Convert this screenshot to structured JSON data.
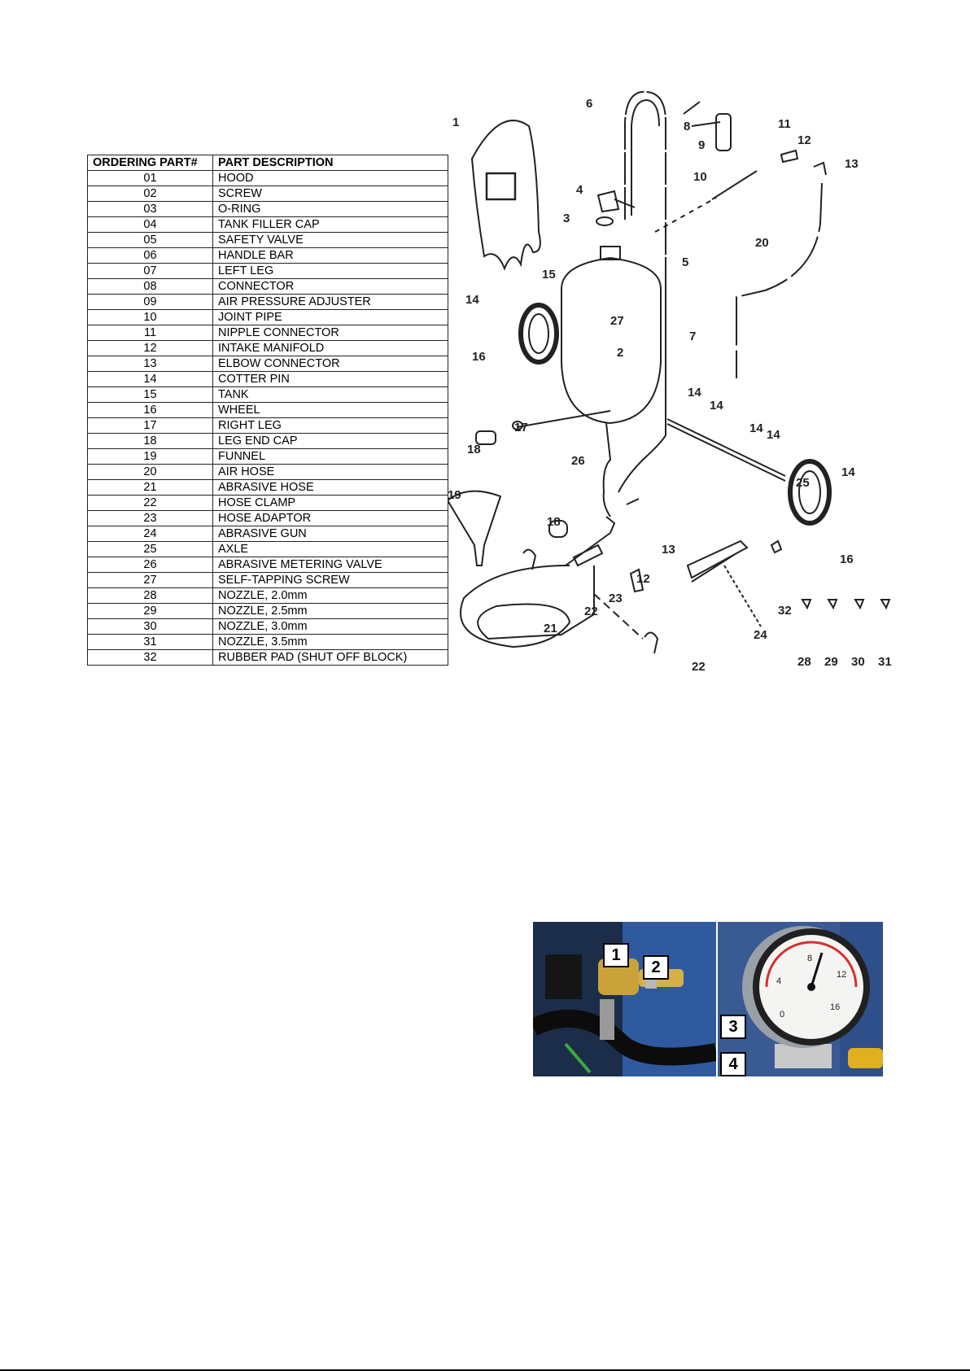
{
  "parts_table": {
    "headers": [
      "ORDERING PART#",
      "PART DESCRIPTION"
    ],
    "rows": [
      [
        "01",
        "HOOD"
      ],
      [
        "02",
        "SCREW"
      ],
      [
        "03",
        "O-RING"
      ],
      [
        "04",
        "TANK FILLER CAP"
      ],
      [
        "05",
        "SAFETY VALVE"
      ],
      [
        "06",
        "HANDLE BAR"
      ],
      [
        "07",
        "LEFT LEG"
      ],
      [
        "08",
        "CONNECTOR"
      ],
      [
        "09",
        "AIR PRESSURE ADJUSTER"
      ],
      [
        "10",
        "JOINT PIPE"
      ],
      [
        "11",
        "NIPPLE CONNECTOR"
      ],
      [
        "12",
        "INTAKE MANIFOLD"
      ],
      [
        "13",
        "ELBOW CONNECTOR"
      ],
      [
        "14",
        "COTTER PIN"
      ],
      [
        "15",
        "TANK"
      ],
      [
        "16",
        "WHEEL"
      ],
      [
        "17",
        "RIGHT LEG"
      ],
      [
        "18",
        "LEG END CAP"
      ],
      [
        "19",
        "FUNNEL"
      ],
      [
        "20",
        "AIR HOSE"
      ],
      [
        "21",
        "ABRASIVE HOSE"
      ],
      [
        "22",
        "HOSE CLAMP"
      ],
      [
        "23",
        "HOSE ADAPTOR"
      ],
      [
        "24",
        "ABRASIVE GUN"
      ],
      [
        "25",
        "AXLE"
      ],
      [
        "26",
        "ABRASIVE METERING VALVE"
      ],
      [
        "27",
        "SELF-TAPPING SCREW"
      ],
      [
        "28",
        "NOZZLE, 2.0mm"
      ],
      [
        "29",
        "NOZZLE, 2.5mm"
      ],
      [
        "30",
        "NOZZLE, 3.0mm"
      ],
      [
        "31",
        "NOZZLE, 3.5mm"
      ],
      [
        "32",
        "RUBBER PAD (SHUT OFF BLOCK)"
      ]
    ]
  },
  "diagram": {
    "callouts": {
      "c1": "1",
      "c2": "2",
      "c3": "3",
      "c4": "4",
      "c5": "5",
      "c6": "6",
      "c7": "7",
      "c8": "8",
      "c9": "9",
      "c10": "10",
      "c11": "11",
      "c12a": "12",
      "c12b": "12",
      "c13a": "13",
      "c13b": "13",
      "c14a": "14",
      "c14b": "14",
      "c14c": "14",
      "c14d": "14",
      "c14e": "14",
      "c14f": "14",
      "c15": "15",
      "c16a": "16",
      "c16b": "16",
      "c17": "17",
      "c18a": "18",
      "c18b": "18",
      "c19": "19",
      "c20": "20",
      "c21": "21",
      "c22a": "22",
      "c22b": "22",
      "c23": "23",
      "c24": "24",
      "c25": "25",
      "c26": "26",
      "c27": "27",
      "c28": "28",
      "c29": "29",
      "c30": "30",
      "c31": "31",
      "c32": "32"
    }
  },
  "photos": {
    "left_tags": [
      "1",
      "2"
    ],
    "right_tags": [
      "3",
      "4"
    ],
    "gauge_ticks": [
      "0",
      "4",
      "8",
      "12",
      "16"
    ]
  }
}
